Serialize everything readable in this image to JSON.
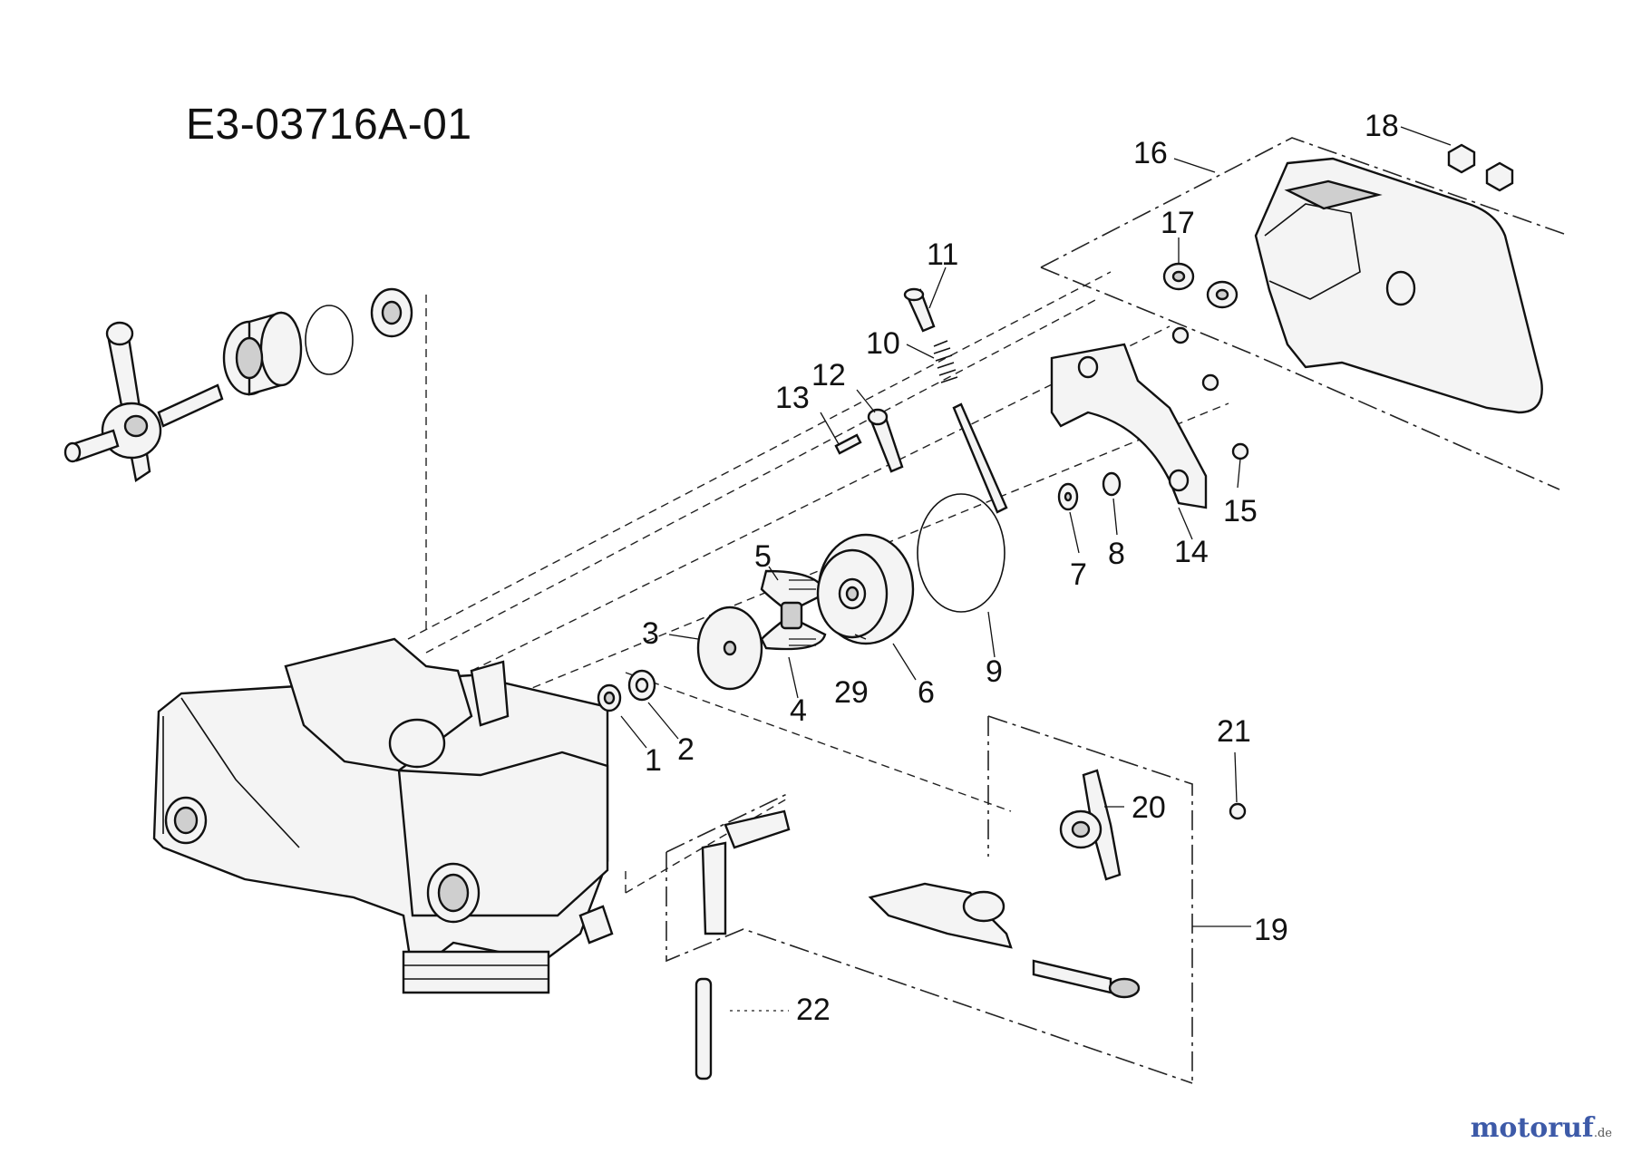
{
  "diagram": {
    "drawing_code": "E3-03716A-01",
    "part_numbers": [
      "1",
      "2",
      "3",
      "4",
      "5",
      "6",
      "7",
      "8",
      "9",
      "10",
      "11",
      "12",
      "13",
      "14",
      "15",
      "16",
      "17",
      "18",
      "19",
      "20",
      "21",
      "22",
      "29"
    ]
  },
  "watermark": {
    "brand": "motoruf",
    "tld": ".de",
    "color": "#3d5aa8"
  }
}
